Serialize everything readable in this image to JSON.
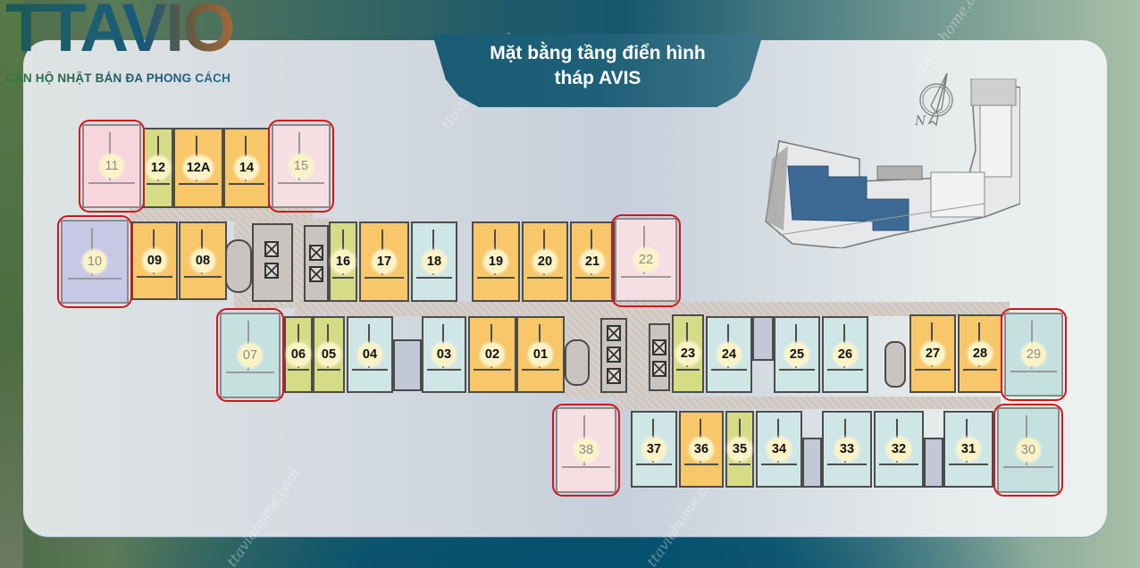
{
  "brand": {
    "logo_text": "TTAVIO",
    "tagline": "CĂN HỘ NHẬT BẢN ĐA PHONG CÁCH"
  },
  "header": {
    "title_line1": "Mặt bằng tầng điển hình",
    "title_line2": "tháp AVIS"
  },
  "watermark": "ttaviohome.com",
  "site_plan": {
    "compass_label": "N",
    "highlighted_tower_color": "#3c6a95"
  },
  "colors": {
    "highlight_ring": "#d4151b",
    "unit_yellow": "#f7c769",
    "unit_green": "#d6db86",
    "unit_blue": "#cfe6e6",
    "unit_pink": "#f6d6dc",
    "unit_lavender": "#c6c8e6",
    "unit_teal": "#c4e1df"
  },
  "units": [
    {
      "id": "11",
      "color": "pink",
      "highlighted": true
    },
    {
      "id": "12",
      "color": "green",
      "highlighted": false
    },
    {
      "id": "12A",
      "color": "yellow",
      "highlighted": false
    },
    {
      "id": "14",
      "color": "yellow",
      "highlighted": false
    },
    {
      "id": "15",
      "color": "pink",
      "highlighted": true
    },
    {
      "id": "10",
      "color": "lavender",
      "highlighted": true
    },
    {
      "id": "09",
      "color": "yellow",
      "highlighted": false
    },
    {
      "id": "08",
      "color": "yellow",
      "highlighted": false
    },
    {
      "id": "16",
      "color": "green",
      "highlighted": false
    },
    {
      "id": "17",
      "color": "yellow",
      "highlighted": false
    },
    {
      "id": "18",
      "color": "blue",
      "highlighted": false
    },
    {
      "id": "19",
      "color": "yellow",
      "highlighted": false
    },
    {
      "id": "20",
      "color": "yellow",
      "highlighted": false
    },
    {
      "id": "21",
      "color": "yellow",
      "highlighted": false
    },
    {
      "id": "22",
      "color": "pink",
      "highlighted": true
    },
    {
      "id": "07",
      "color": "teal",
      "highlighted": true
    },
    {
      "id": "06",
      "color": "green",
      "highlighted": false
    },
    {
      "id": "05",
      "color": "green",
      "highlighted": false
    },
    {
      "id": "04",
      "color": "blue",
      "highlighted": false
    },
    {
      "id": "03",
      "color": "blue",
      "highlighted": false
    },
    {
      "id": "02",
      "color": "yellow",
      "highlighted": false
    },
    {
      "id": "01",
      "color": "yellow",
      "highlighted": false
    },
    {
      "id": "23",
      "color": "green",
      "highlighted": false
    },
    {
      "id": "24",
      "color": "blue",
      "highlighted": false
    },
    {
      "id": "25",
      "color": "blue",
      "highlighted": false
    },
    {
      "id": "26",
      "color": "blue",
      "highlighted": false
    },
    {
      "id": "27",
      "color": "yellow",
      "highlighted": false
    },
    {
      "id": "28",
      "color": "yellow",
      "highlighted": false
    },
    {
      "id": "29",
      "color": "teal",
      "highlighted": true
    },
    {
      "id": "38",
      "color": "pink",
      "highlighted": true
    },
    {
      "id": "37",
      "color": "blue",
      "highlighted": false
    },
    {
      "id": "36",
      "color": "yellow",
      "highlighted": false
    },
    {
      "id": "35",
      "color": "green",
      "highlighted": false
    },
    {
      "id": "34",
      "color": "blue",
      "highlighted": false
    },
    {
      "id": "33",
      "color": "blue",
      "highlighted": false
    },
    {
      "id": "32",
      "color": "blue",
      "highlighted": false
    },
    {
      "id": "31",
      "color": "blue",
      "highlighted": false
    },
    {
      "id": "30",
      "color": "teal",
      "highlighted": true
    }
  ]
}
